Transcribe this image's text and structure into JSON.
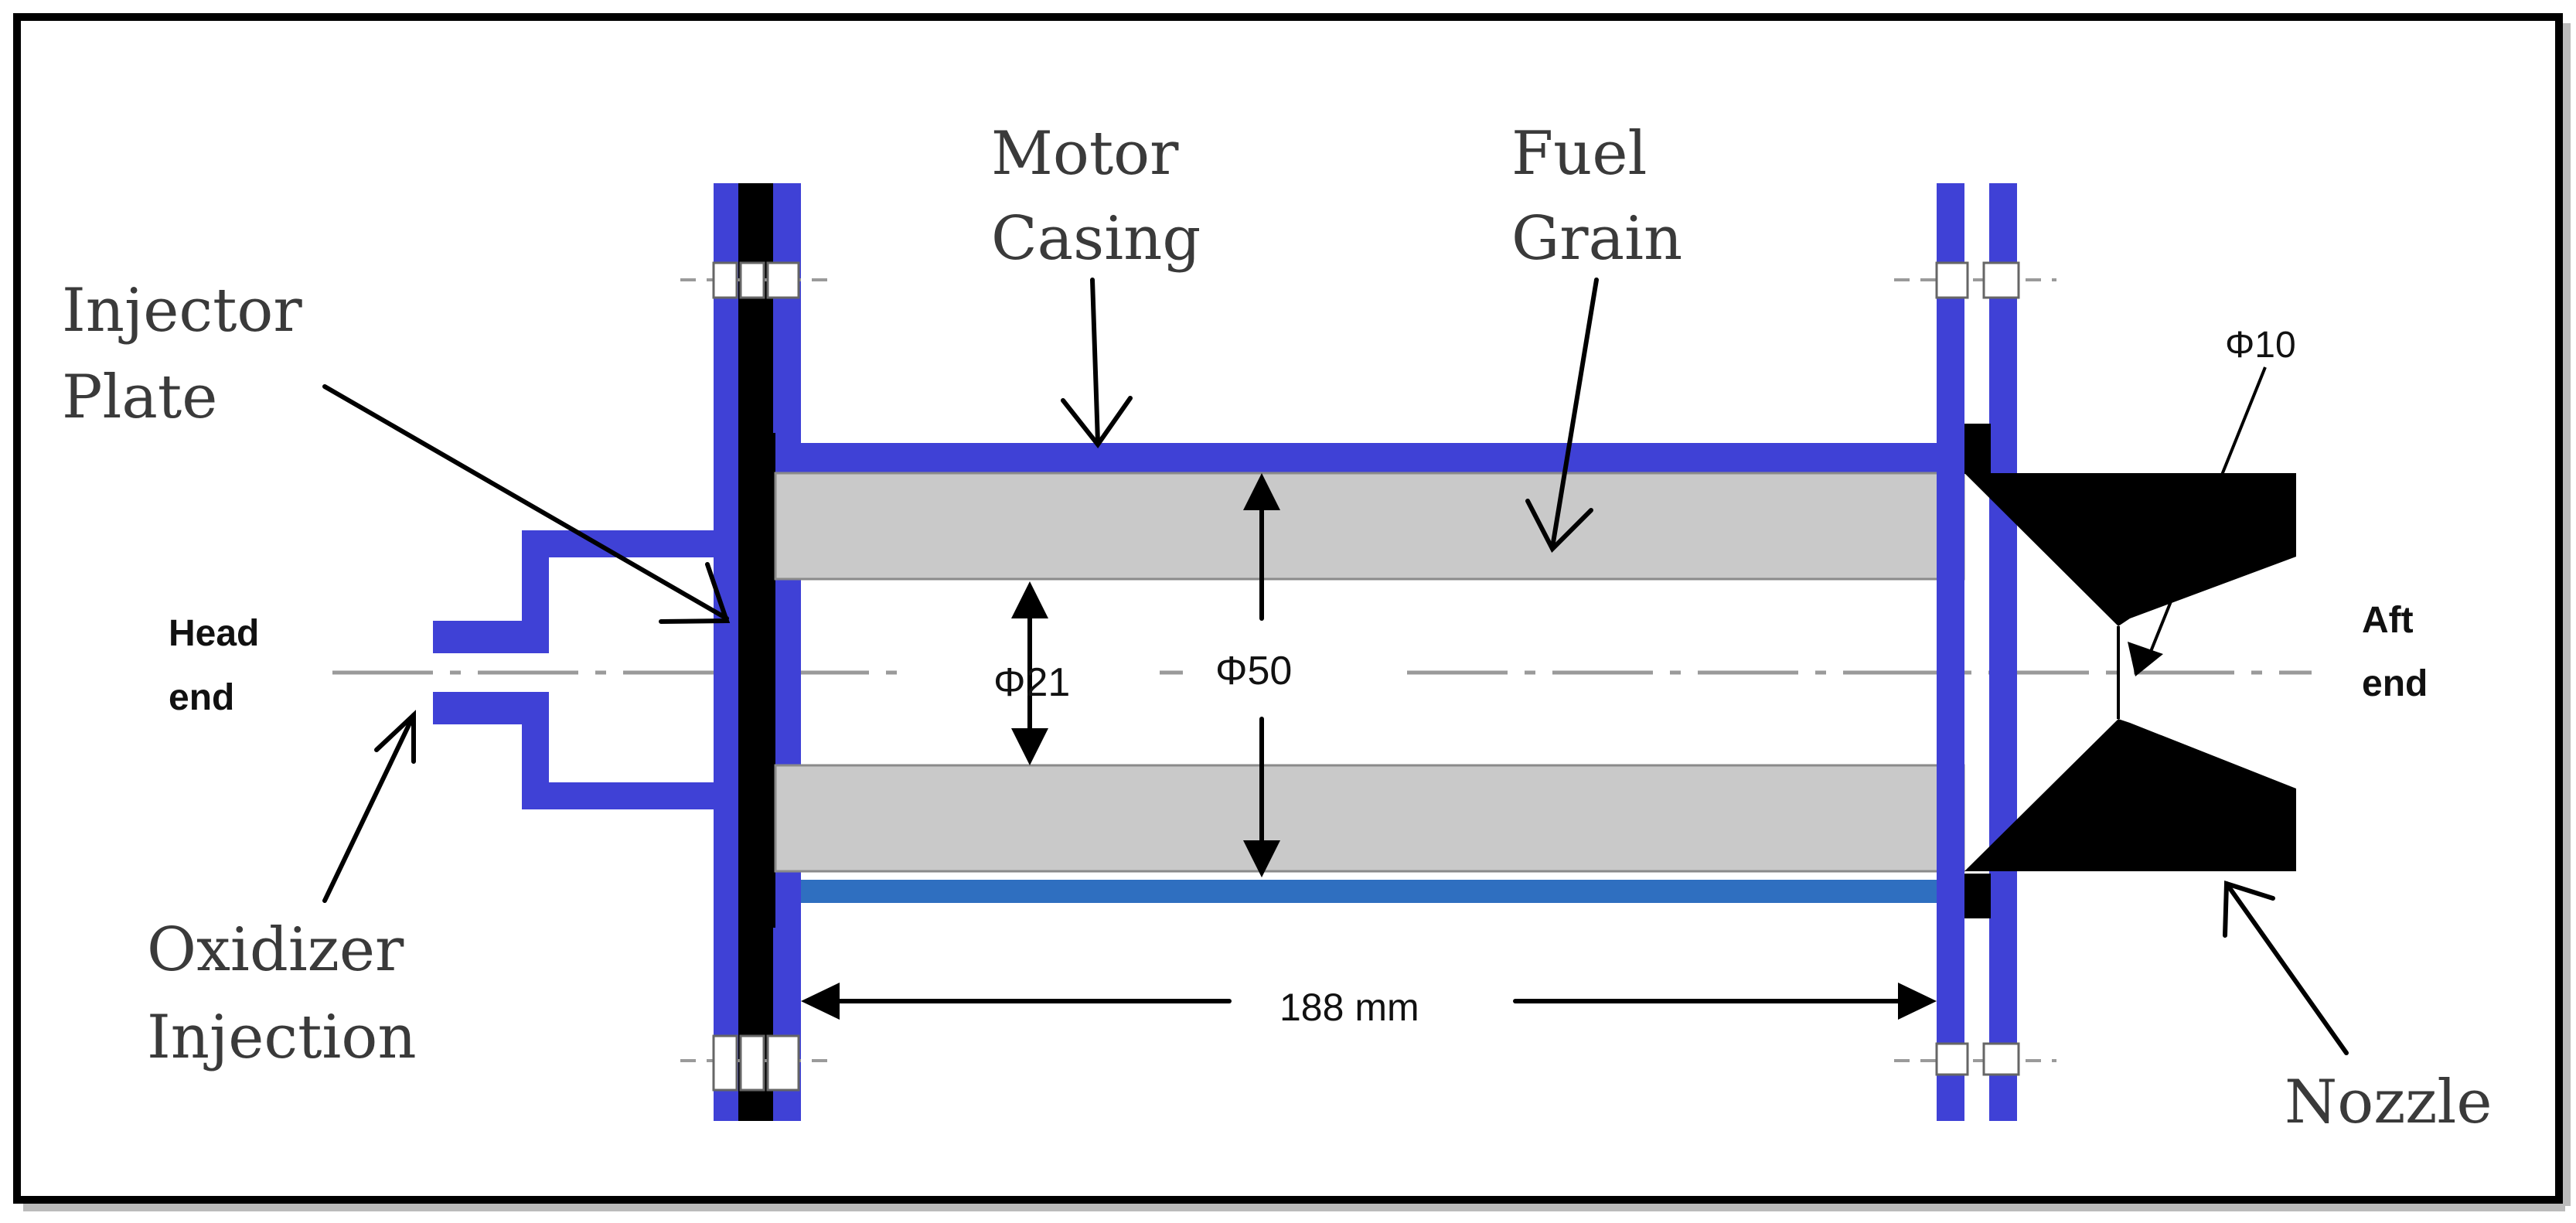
{
  "labels": {
    "motor_casing_line1": "Motor",
    "motor_casing_line2": "Casing",
    "fuel_grain_line1": "Fuel",
    "fuel_grain_line2": "Grain",
    "injector_plate_line1": "Injector",
    "injector_plate_line2": "Plate",
    "oxidizer_line1": "Oxidizer",
    "oxidizer_line2": "Injection",
    "nozzle": "Nozzle",
    "head_end_line1": "Head",
    "head_end_line2": "end",
    "aft_end_line1": "Aft",
    "aft_end_line2": "end"
  },
  "dimensions": {
    "port_diameter": "Φ21",
    "grain_outer_diameter": "Φ50",
    "throat_diameter": "Φ10",
    "grain_length": "188 mm"
  },
  "colors": {
    "casing": "#3f41d6",
    "grain": "#c9c9c9",
    "plate_and_nozzle": "#000000",
    "centerline": "#9a9a9a"
  }
}
